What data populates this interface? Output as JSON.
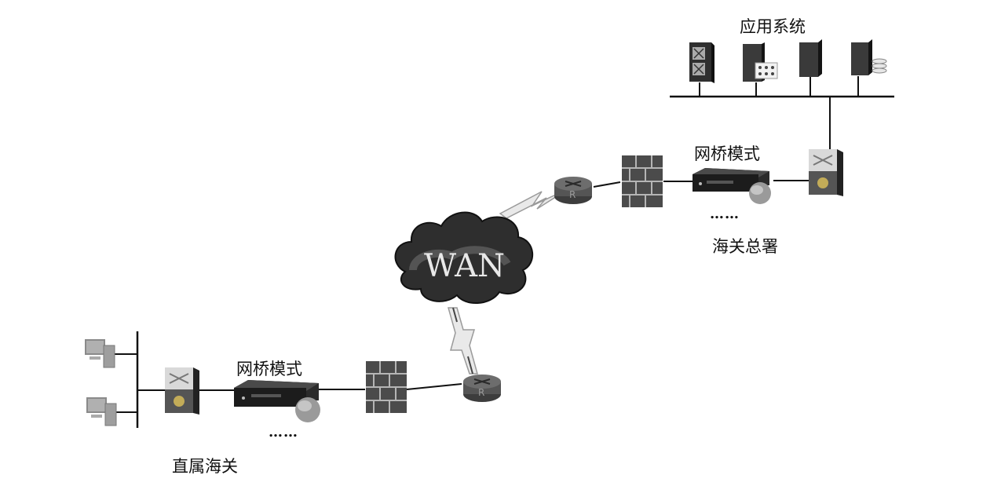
{
  "diagram": {
    "title": "",
    "headquarters": {
      "app_systems_label": "应用系统",
      "bridge_mode_label": "网桥模式",
      "ellipsis": "……",
      "site_label": "海关总署",
      "servers": [
        {
          "name": "server-1"
        },
        {
          "name": "server-2"
        },
        {
          "name": "server-3"
        },
        {
          "name": "server-4"
        }
      ]
    },
    "wan": {
      "label": "WAN"
    },
    "branch": {
      "bridge_mode_label": "网桥模式",
      "ellipsis": "……",
      "site_label": "直属海关",
      "workstations": [
        {
          "name": "workstation-1"
        },
        {
          "name": "workstation-2"
        }
      ]
    },
    "router_label": "R",
    "colors": {
      "line": "#111111",
      "background": "#ffffff",
      "device_dark": "#2a2a2a",
      "device_mid": "#6a6a6a",
      "device_light": "#c8c8c8"
    }
  }
}
